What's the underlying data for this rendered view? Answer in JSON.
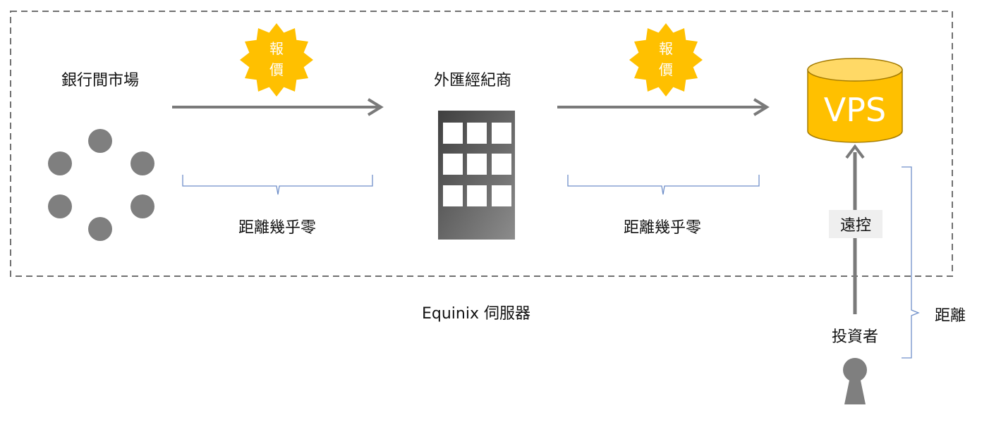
{
  "labels": {
    "interbank_market": "銀行間市場",
    "fx_broker": "外匯經紀商",
    "vps": "VPS",
    "quote_1": [
      "報",
      "價"
    ],
    "quote_2": [
      "報",
      "價"
    ],
    "distance_zero_1": "距離幾乎零",
    "distance_zero_2": "距離幾乎零",
    "equinix_server": "Equinix 伺服器",
    "remote_control": "遠控",
    "investor": "投資者",
    "distance": "距離"
  },
  "colors": {
    "border_dashed": "#707070",
    "arrow": "#7a7a7a",
    "node_dot": "#7f7f7f",
    "badge": "#ffc000",
    "vps_fill": "#ffc000",
    "vps_top": "#ffd966",
    "vps_stroke": "#a37a00",
    "brace": "#6f8fc9",
    "building_dark": "#3f3f3f",
    "building_light": "#8c8c8c",
    "window": "#ffffff",
    "remote_label_bg": "#efefef",
    "person": "#7f7f7f"
  }
}
